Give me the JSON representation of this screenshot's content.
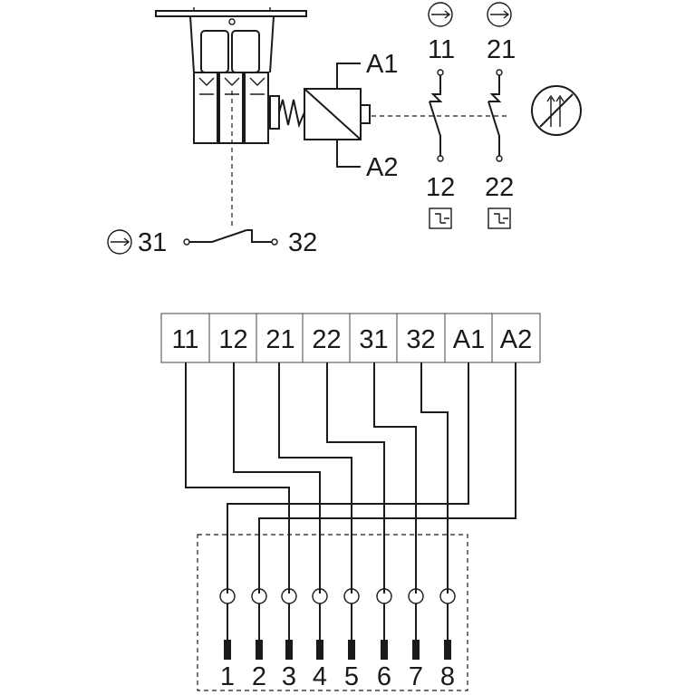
{
  "relay_labels": {
    "coil_a1": "A1",
    "coil_a2": "A2",
    "contact_11": "11",
    "contact_12": "12",
    "contact_21": "21",
    "contact_22": "22",
    "contact_31": "31",
    "contact_32": "32"
  },
  "terminal_strip": [
    "11",
    "12",
    "21",
    "22",
    "31",
    "32",
    "A1",
    "A2"
  ],
  "connector_pins": [
    "1",
    "2",
    "3",
    "4",
    "5",
    "6",
    "7",
    "8"
  ],
  "wiring": [
    {
      "terminal": "11",
      "pin": "3"
    },
    {
      "terminal": "12",
      "pin": "4"
    },
    {
      "terminal": "21",
      "pin": "5"
    },
    {
      "terminal": "22",
      "pin": "6"
    },
    {
      "terminal": "31",
      "pin": "7"
    },
    {
      "terminal": "32",
      "pin": "8"
    },
    {
      "terminal": "A1",
      "pin": "1"
    },
    {
      "terminal": "A2",
      "pin": "2"
    }
  ],
  "icons": [
    "positive-opening-arrow-icon",
    "time-delay-icon",
    "no-touch-icon"
  ]
}
